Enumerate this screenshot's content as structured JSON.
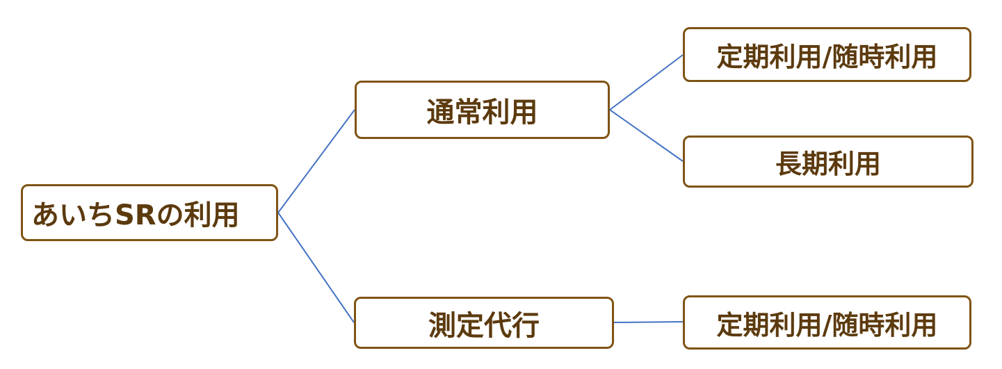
{
  "diagram": {
    "colors": {
      "node_border": "#7f5314",
      "node_text": "#5c3a0e",
      "connector": "#4472c4",
      "background": "#ffffff"
    },
    "nodes": {
      "root": "あいちSRの利用",
      "normal_use": "通常利用",
      "measurement_proxy": "測定代行",
      "periodic_or_adhoc_1": "定期利用/随時利用",
      "long_term": "長期利用",
      "periodic_or_adhoc_2": "定期利用/随時利用"
    },
    "edges": [
      {
        "from": "root",
        "to": "normal_use"
      },
      {
        "from": "root",
        "to": "measurement_proxy"
      },
      {
        "from": "normal_use",
        "to": "periodic_or_adhoc_1"
      },
      {
        "from": "normal_use",
        "to": "long_term"
      },
      {
        "from": "measurement_proxy",
        "to": "periodic_or_adhoc_2"
      }
    ]
  }
}
